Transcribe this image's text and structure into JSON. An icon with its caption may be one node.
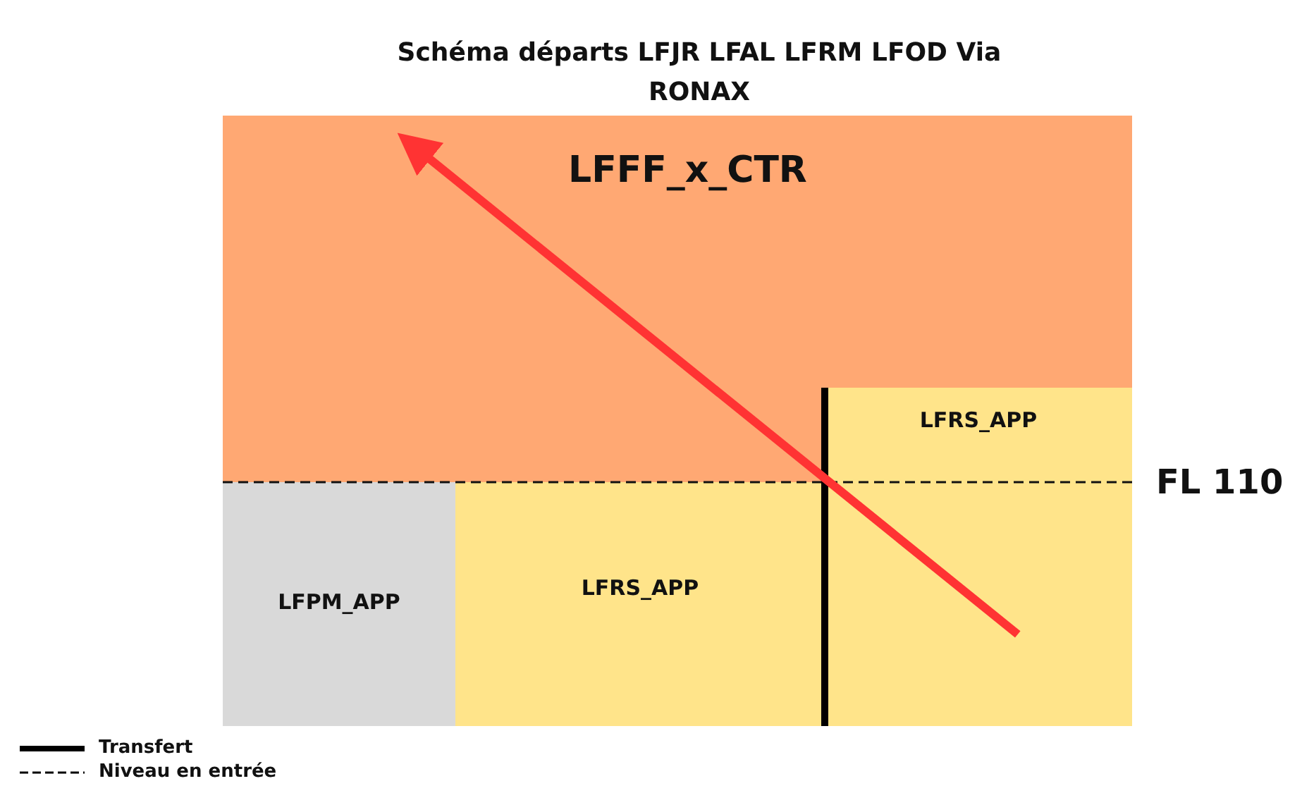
{
  "diagram": {
    "title": "Schéma départs LFJR LFAL LFRM LFOD Via RONAX",
    "nodes": [
      {
        "text": [
          "LFFF_x_CTR"
        ]
      },
      {
        "text": [
          "LFRS_APP"
        ]
      },
      {
        "text": [
          "LFPM_APP"
        ]
      },
      {
        "text": [
          "LFRS_APP"
        ]
      }
    ],
    "edges": [
      {
        "from": 3,
        "to": 0,
        "arrow": "to",
        "color": "#ff3333"
      }
    ],
    "labels": [
      "FL 110"
    ],
    "legend": [
      {
        "text": "Transfert"
      },
      {
        "text": "Niveau en entrée"
      }
    ]
  }
}
